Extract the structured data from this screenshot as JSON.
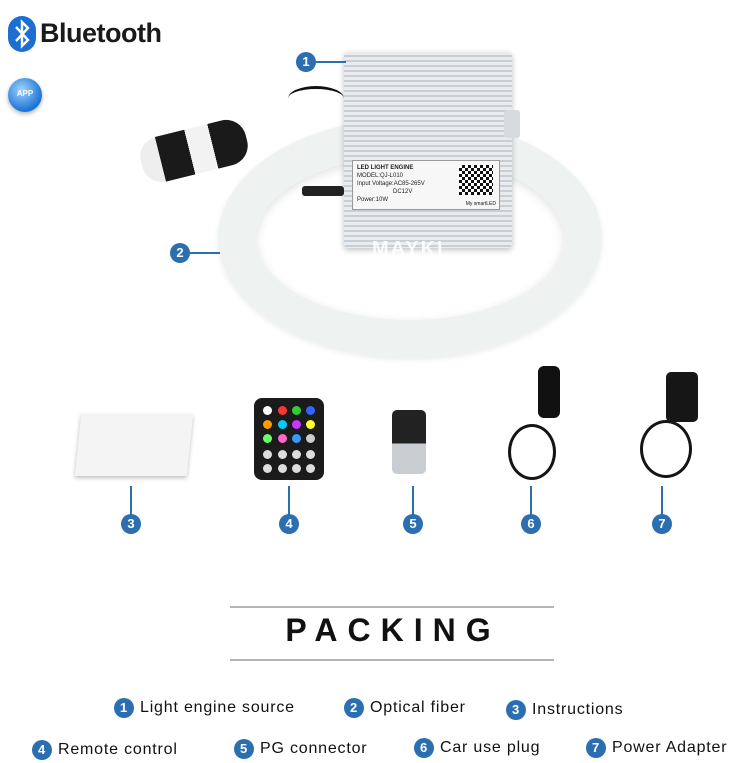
{
  "branding": {
    "logo_text": "Bluetooth",
    "app_badge": "APP"
  },
  "product": {
    "label": {
      "title": "LED LIGHT ENGINE",
      "model": "MODEL:QJ-L010",
      "voltage": "Input Voltage:AC85-265V",
      "dc": "DC12V",
      "power": "Power:10W",
      "app_name": "My smartLED"
    },
    "watermark": "MAYKI"
  },
  "markers": [
    "1",
    "2",
    "3",
    "4",
    "5",
    "6",
    "7"
  ],
  "banner": {
    "title": "PACKING"
  },
  "legend": [
    {
      "num": "1",
      "label": "Light engine source"
    },
    {
      "num": "2",
      "label": "Optical fiber"
    },
    {
      "num": "3",
      "label": "Instructions"
    },
    {
      "num": "4",
      "label": "Remote control"
    },
    {
      "num": "5",
      "label": "PG connector"
    },
    {
      "num": "6",
      "label": "Car use plug"
    },
    {
      "num": "7",
      "label": "Power Adapter"
    }
  ],
  "colors": {
    "marker": "#2b6fb0",
    "bluetooth": "#1c6fd1"
  }
}
